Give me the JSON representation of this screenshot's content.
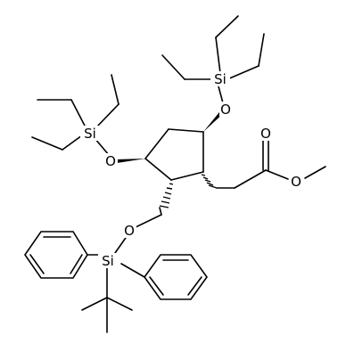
{
  "molecule": {
    "atom_labels": {
      "o_tes_top": "O",
      "si_tes_top": "Si",
      "o_tes_left": "O",
      "si_tes_left": "Si",
      "o_carbonyl": "O",
      "o_ester": "O",
      "o_tbdps": "O",
      "si_tbdps": "Si"
    }
  }
}
